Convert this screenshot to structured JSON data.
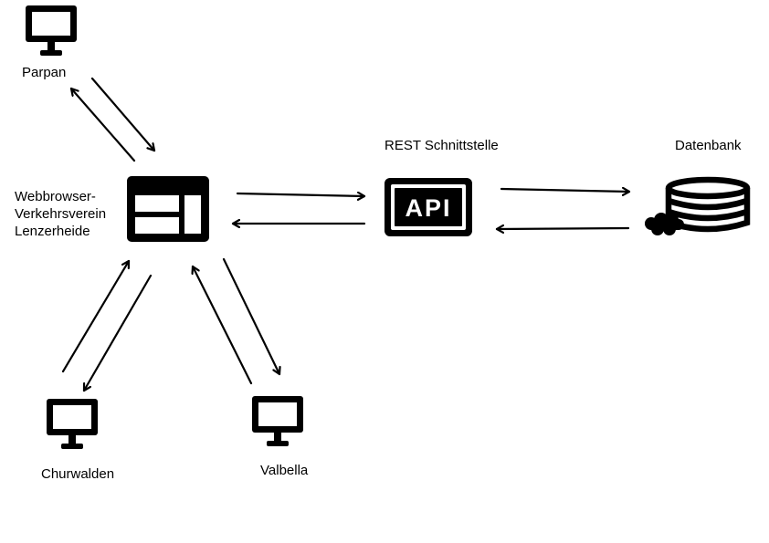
{
  "nodes": {
    "parpan": {
      "label": "Parpan",
      "icon": "monitor-icon"
    },
    "webbrowser": {
      "label_lines": [
        "Webbrowser-",
        "Verkehrsverein",
        "Lenzerheide"
      ],
      "icon": "browser-window-icon"
    },
    "api": {
      "title": "REST Schnittstelle",
      "badge": "API",
      "icon": "api-icon"
    },
    "datenbank": {
      "label": "Datenbank",
      "icon": "database-icon"
    },
    "churwalden": {
      "label": "Churwalden",
      "icon": "monitor-icon"
    },
    "valbella": {
      "label": "Valbella",
      "icon": "monitor-icon"
    }
  },
  "edges": [
    {
      "from": "parpan",
      "to": "webbrowser"
    },
    {
      "from": "webbrowser",
      "to": "parpan"
    },
    {
      "from": "webbrowser",
      "to": "api"
    },
    {
      "from": "api",
      "to": "webbrowser"
    },
    {
      "from": "api",
      "to": "datenbank"
    },
    {
      "from": "datenbank",
      "to": "api"
    },
    {
      "from": "churwalden",
      "to": "webbrowser"
    },
    {
      "from": "webbrowser",
      "to": "churwalden"
    },
    {
      "from": "valbella",
      "to": "webbrowser"
    },
    {
      "from": "webbrowser",
      "to": "valbella"
    }
  ],
  "colors": {
    "ink": "#000000",
    "background": "#ffffff"
  }
}
